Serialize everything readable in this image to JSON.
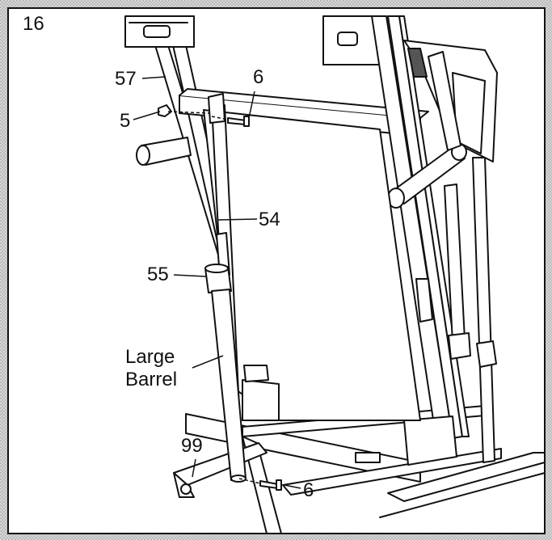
{
  "step_number": "16",
  "callouts": {
    "part_57": "57",
    "part_5": "5",
    "part_6_top": "6",
    "part_54": "54",
    "part_55": "55",
    "large_barrel_line1": "Large",
    "large_barrel_line2": "Barrel",
    "part_99": "99",
    "part_6_bottom": "6"
  },
  "colors": {
    "line": "#111111",
    "screen": "#cfcfcf",
    "fill": "#ffffff"
  }
}
